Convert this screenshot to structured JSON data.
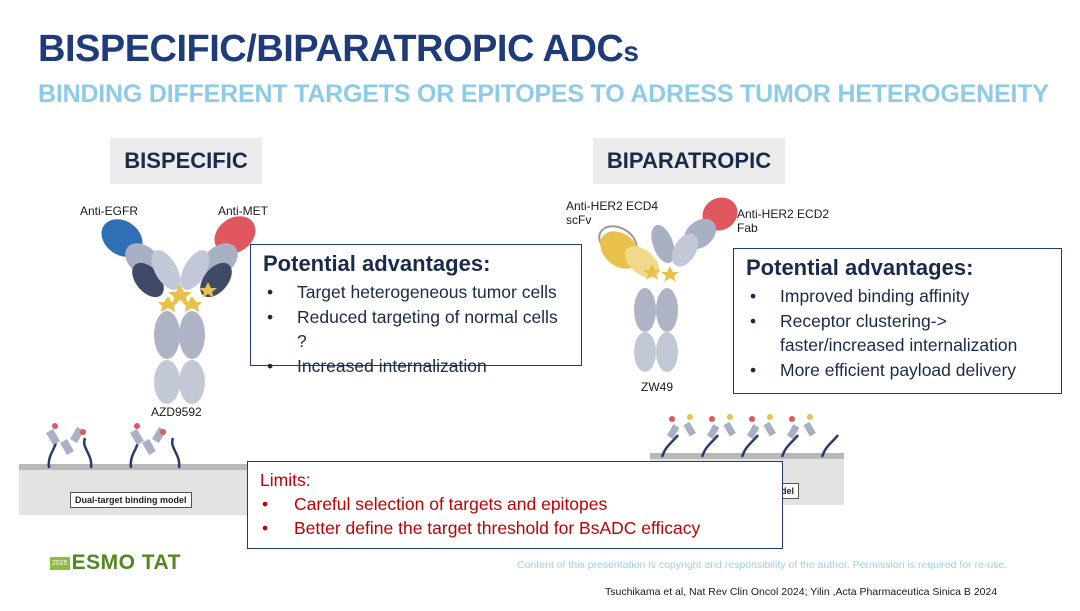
{
  "header": {
    "title_main": "BISPECIFIC/BIPARATROPIC ADC",
    "title_suffix": "s",
    "subtitle": "BINDING DIFFERENT TARGETS OR EPITOPES TO ADRESS TUMOR HETEROGENEITY"
  },
  "left_panel": {
    "label": "BISPECIFIC",
    "antibody_labels": {
      "arm_left": "Anti-EGFR",
      "arm_right": "Anti-MET",
      "name": "AZD9592"
    },
    "membrane_caption": "Dual-target binding model",
    "advantages": {
      "heading": "Potential advantages:",
      "items": [
        "Target heterogeneous tumor cells",
        "Reduced targeting of normal cells ?",
        "Increased internalization"
      ]
    }
  },
  "right_panel": {
    "label": "BIPARATROPIC",
    "antibody_labels": {
      "arm_left_1": "Anti-HER2 ECD4",
      "arm_left_2": "scFv",
      "arm_right_1": "Anti-HER2 ECD2",
      "arm_right_2": "Fab",
      "name": "ZW49"
    },
    "membrane_caption": "del",
    "advantages": {
      "heading": "Potential advantages:",
      "items": [
        "Improved binding affinity",
        "Receptor clustering->",
        "faster/increased internalization",
        "More efficient payload delivery"
      ]
    }
  },
  "limits": {
    "heading": "Limits:",
    "items": [
      "Careful selection of targets and epitopes",
      "Better define the target threshold for BsADC efficacy"
    ]
  },
  "footer": {
    "logo_year": "2025",
    "logo_text": "ESMO TAT",
    "copyright": "Content of this presentation is copyright and responsibility of the author. Permission is required for re-use.",
    "citation": "Tsuchikama et al, Nat Rev Clin Oncol 2024; Yilin ,Acta Pharmaceutica Sinica B 2024"
  },
  "bullet": "•",
  "colors": {
    "title": "#1f3b7a",
    "subtitle": "#8ecbe6",
    "limits": "#c00000",
    "arm_blue": "#2f6fb5",
    "arm_red": "#e0575f",
    "arm_yellow": "#e8c04a",
    "fc_gray": "#aeb4c6"
  }
}
